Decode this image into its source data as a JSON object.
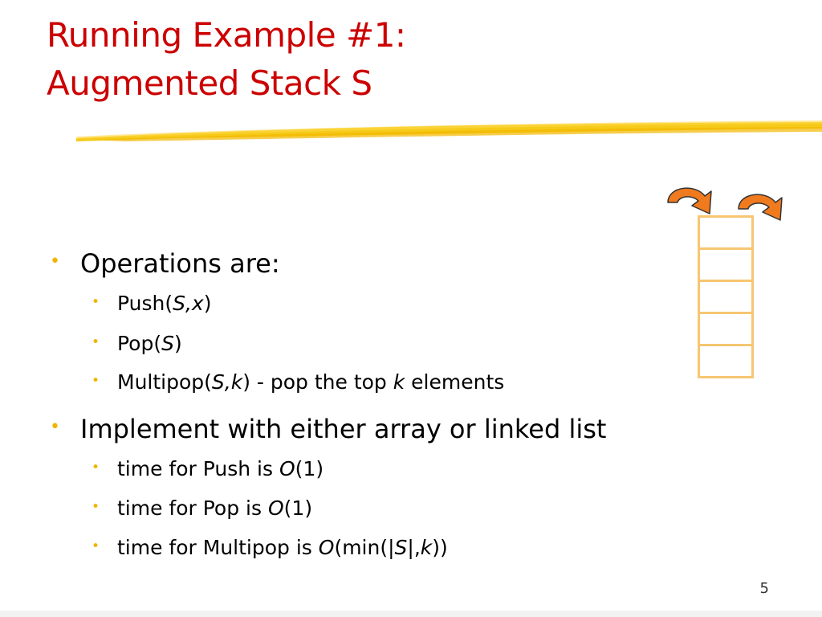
{
  "slide": {
    "title_line1": "Running Example #1:",
    "title_line2": "Augmented Stack S",
    "page_number": "5"
  },
  "bullets": [
    {
      "level": 1,
      "segments": [
        {
          "t": "Operations are:"
        }
      ]
    },
    {
      "level": 2,
      "segments": [
        {
          "t": "Push("
        },
        {
          "t": "S,x",
          "i": true
        },
        {
          "t": ")"
        }
      ]
    },
    {
      "level": 2,
      "segments": [
        {
          "t": "Pop("
        },
        {
          "t": "S",
          "i": true
        },
        {
          "t": ")"
        }
      ]
    },
    {
      "level": 2,
      "segments": [
        {
          "t": "Multipop("
        },
        {
          "t": "S,k",
          "i": true
        },
        {
          "t": ") - pop the top "
        },
        {
          "t": "k",
          "i": true
        },
        {
          "t": " elements"
        }
      ]
    },
    {
      "level": 1,
      "segments": [
        {
          "t": "Implement with either array or linked list"
        }
      ]
    },
    {
      "level": 2,
      "segments": [
        {
          "t": "time for Push is "
        },
        {
          "t": "O",
          "i": true
        },
        {
          "t": "(1)"
        }
      ]
    },
    {
      "level": 2,
      "segments": [
        {
          "t": "time for Pop is "
        },
        {
          "t": "O",
          "i": true
        },
        {
          "t": "(1)"
        }
      ]
    },
    {
      "level": 2,
      "segments": [
        {
          "t": "time for Multipop is "
        },
        {
          "t": "O",
          "i": true
        },
        {
          "t": "(min(|"
        },
        {
          "t": "S",
          "i": true
        },
        {
          "t": "|,"
        },
        {
          "t": "k",
          "i": true
        },
        {
          "t": "))"
        }
      ]
    }
  ],
  "stack_diagram": {
    "cells": 5,
    "arrow_icons": [
      "push-arrow-icon",
      "pop-arrow-icon"
    ],
    "colors": {
      "cell_border": "#f7c672",
      "arrow_fill": "#f07a1e",
      "arrow_stroke": "#333333"
    }
  },
  "colors": {
    "title": "#cc0000",
    "bullet": "#f0b400",
    "underline": "#f5c400"
  }
}
